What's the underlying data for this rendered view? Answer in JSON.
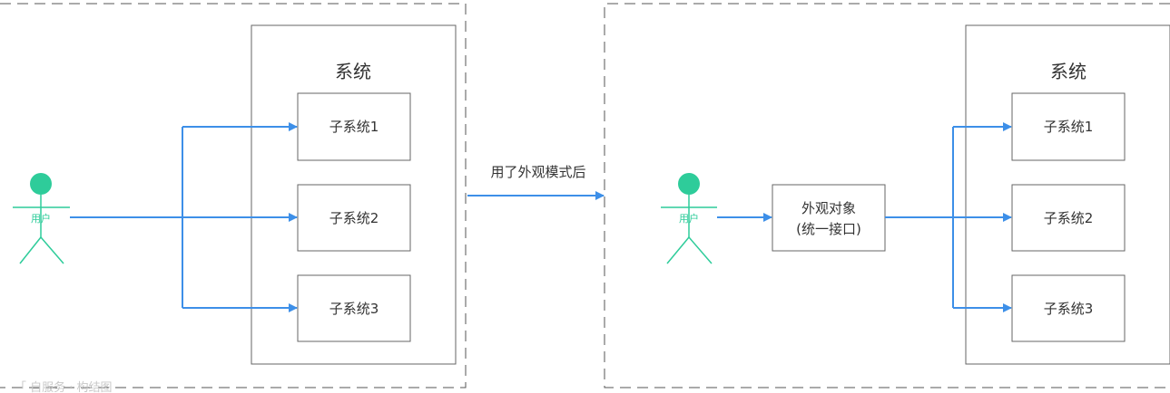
{
  "left": {
    "user_label": "用户",
    "system_title": "系统",
    "subsystems": [
      "子系统1",
      "子系统2",
      "子系统3"
    ]
  },
  "middle": {
    "transition_label": "用了外观模式后"
  },
  "right": {
    "user_label": "用户",
    "facade_line1": "外观对象",
    "facade_line2": "(统一接口)",
    "system_title": "系统",
    "subsystems": [
      "子系统1",
      "子系统2",
      "子系统3"
    ]
  },
  "footer": {
    "watermark": "「 自服务 · 构结图"
  },
  "colors": {
    "arrow": "#3d8fe8",
    "user": "#2ecc9a",
    "box_border": "#666666",
    "dash": "#555555"
  }
}
